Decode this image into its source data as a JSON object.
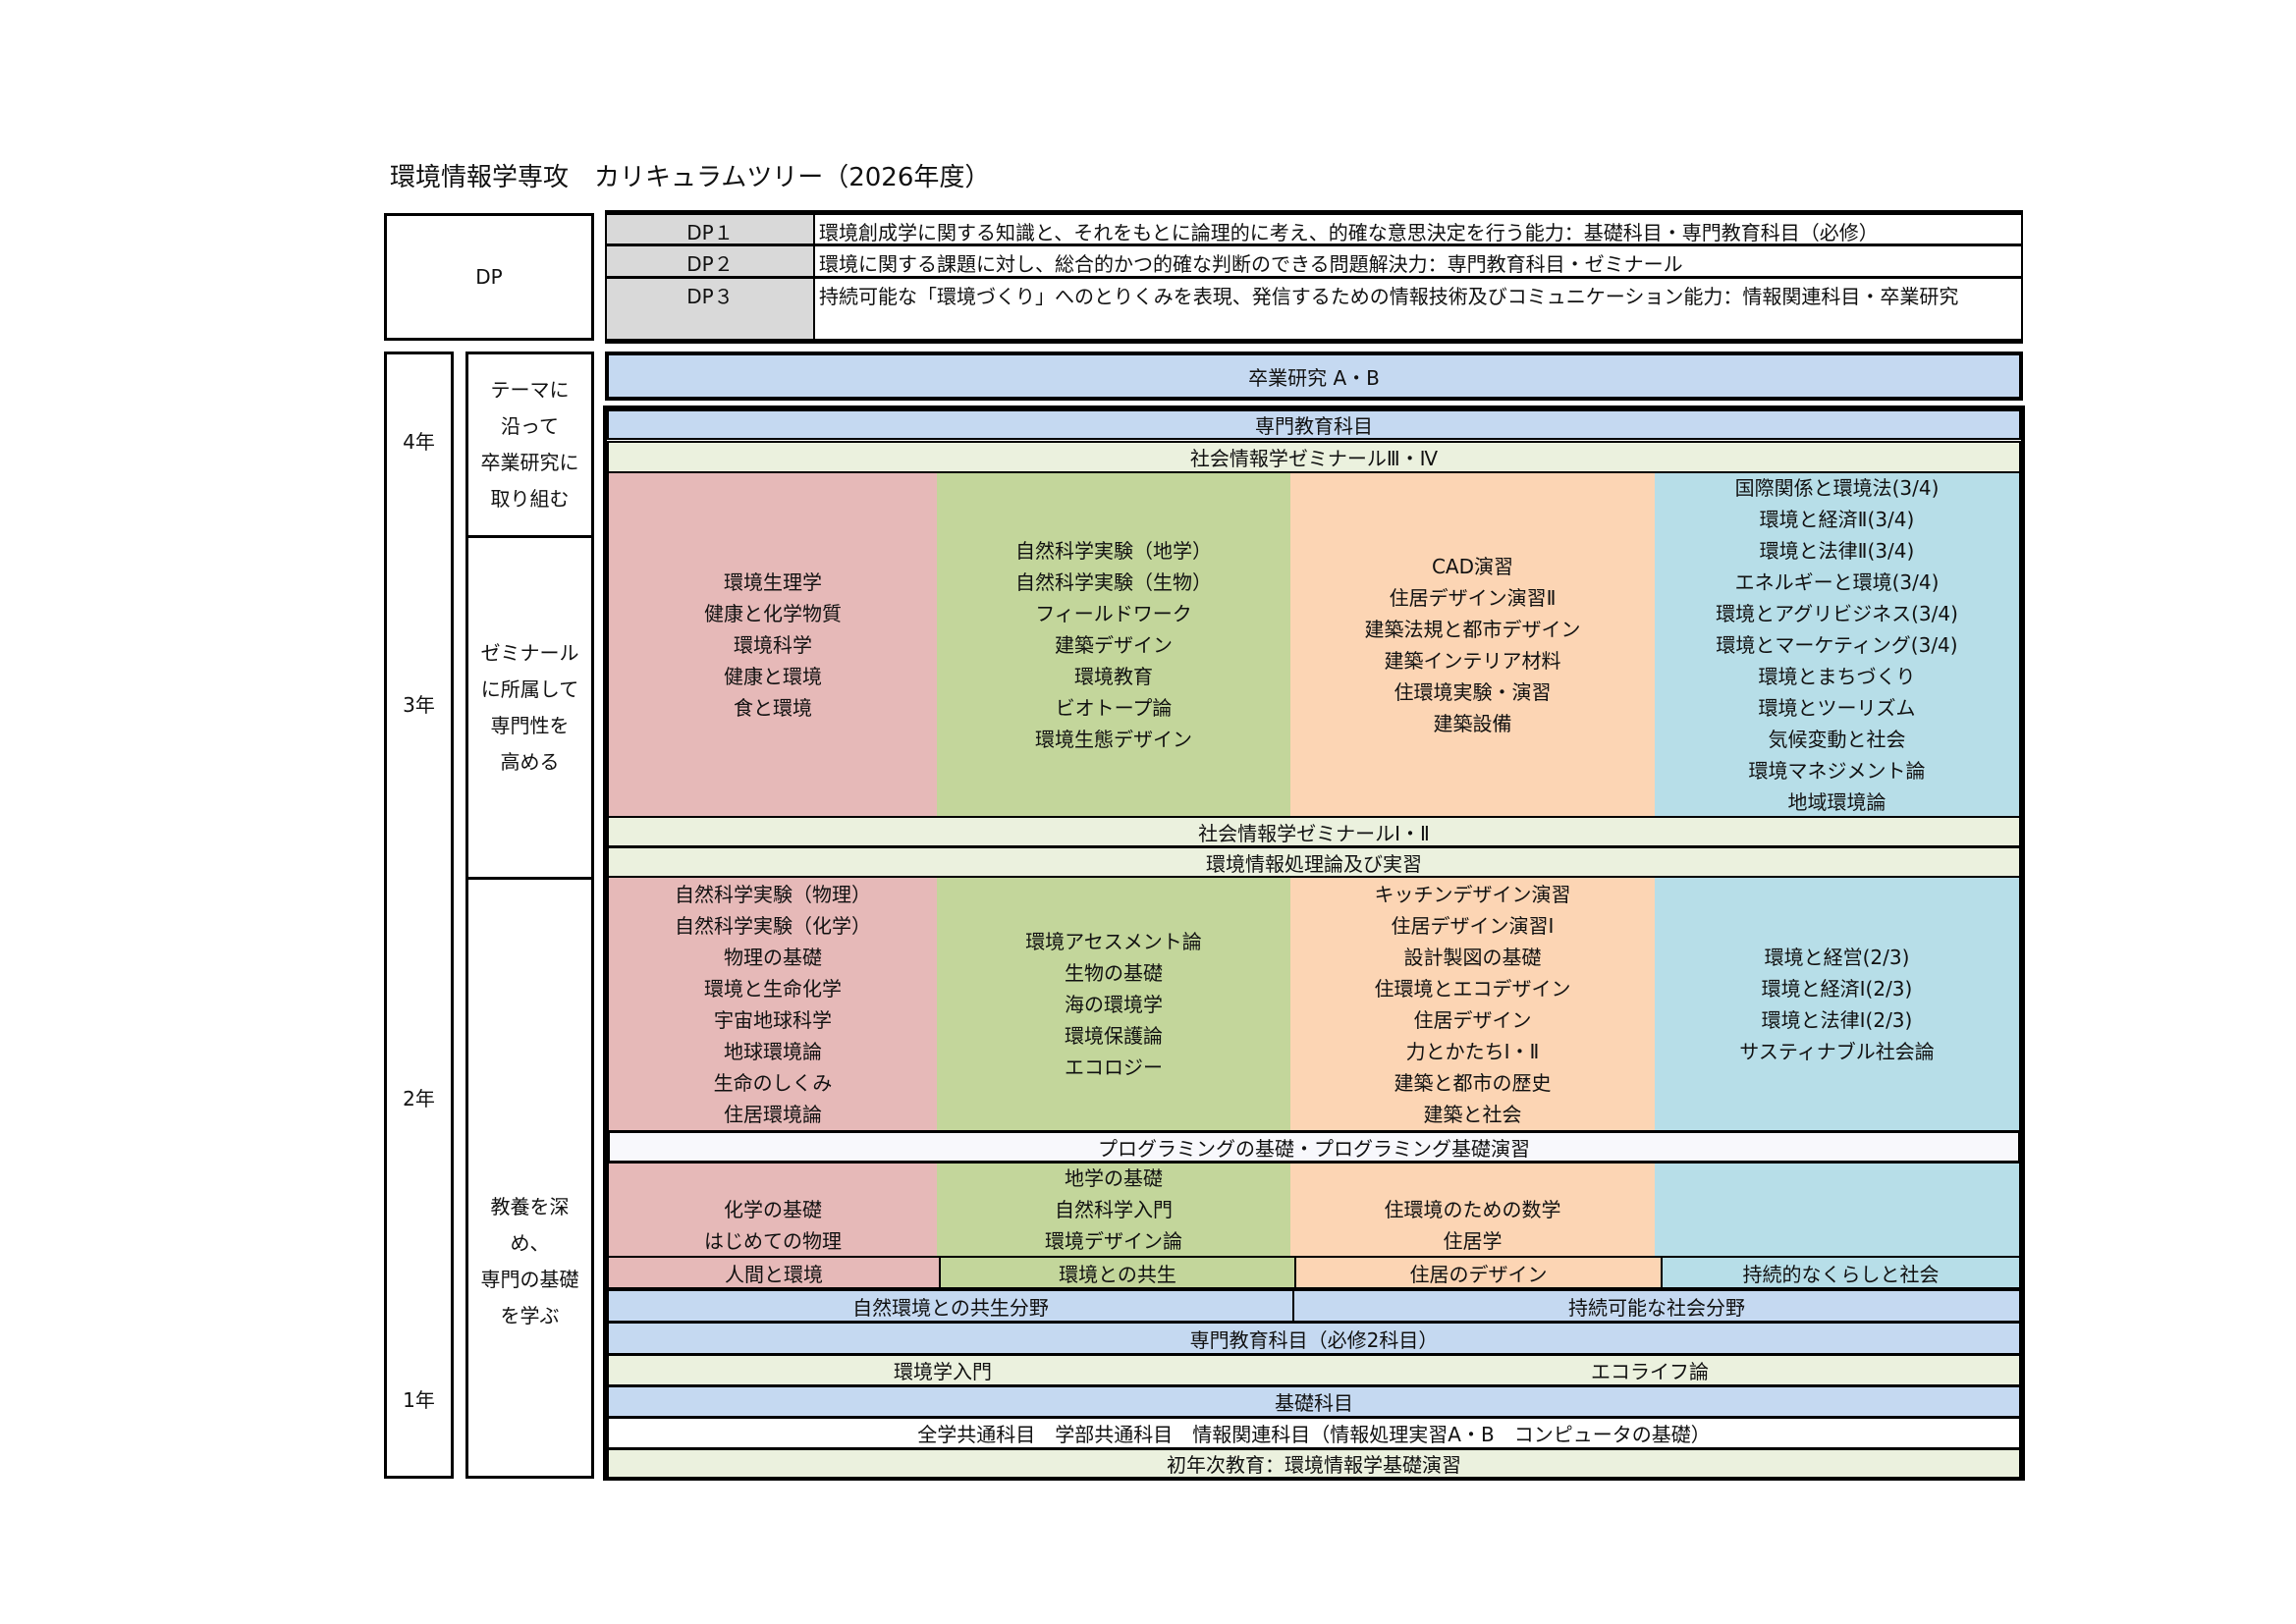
{
  "title": "環境情報学専攻　カリキュラムツリー（2026年度）",
  "dp": {
    "label": "DP",
    "rows": [
      {
        "id": "DP１",
        "text": "環境創成学に関する知識と、それをもとに論理的に考え、的確な意思決定を行う能力：基礎科目・専門教育科目（必修）"
      },
      {
        "id": "DP２",
        "text": "環境に関する課題に対し、総合的かつ的確な判断のできる問題解決力：専門教育科目・ゼミナール"
      },
      {
        "id": "DP３",
        "text": "持続可能な「環境づくり」へのとりくみを表現、発信するための情報技術及びコミュニケーション能力：情報関連科目・卒業研究"
      }
    ]
  },
  "years": {
    "y4": "4年",
    "y3": "3年",
    "y2": "2年",
    "y1": "1年"
  },
  "descriptions": {
    "d4": "テーマに\n沿って\n卒業研究に\n取り組む",
    "d3": "ゼミナール\nに所属して\n専門性を\n高める",
    "d12": "教養を深\nめ、\n専門の基礎\nを学ぶ"
  },
  "bands": {
    "graduation": "卒業研究 A・B",
    "senmon": "専門教育科目",
    "seminar34": "社会情報学ゼミナールⅢ・Ⅳ",
    "seminar12": "社会情報学ゼミナールⅠ・Ⅱ",
    "infoproc": "環境情報処理論及び実習",
    "programming": "プログラミングの基礎・プログラミング基礎演習",
    "field_nature": "自然環境との共生分野",
    "field_society": "持続可能な社会分野",
    "senmon_req": "専門教育科目（必修2科目）",
    "intro_left": "環境学入門",
    "intro_right": "エコライフ論",
    "kiso": "基礎科目",
    "common": "全学共通科目　学部共通科目　情報関連科目（情報処理実習A・B　コンピュータの基礎）",
    "first_year": "初年次教育：環境情報学基礎演習"
  },
  "block_upper": {
    "pink": [
      "環境生理学",
      "健康と化学物質",
      "環境科学",
      "健康と環境",
      "食と環境"
    ],
    "green": [
      "自然科学実験（地学）",
      "自然科学実験（生物）",
      "フィールドワーク",
      "建築デザイン",
      "環境教育",
      "ビオトープ論",
      "環境生態デザイン"
    ],
    "orange": [
      "CAD演習",
      "住居デザイン演習Ⅱ",
      "建築法規と都市デザイン",
      "建築インテリア材料",
      "住環境実験・演習",
      "建築設備"
    ],
    "blue": [
      "国際関係と環境法(3/4)",
      "環境と経済Ⅱ(3/4)",
      "環境と法律Ⅱ(3/4)",
      "エネルギーと環境(3/4)",
      "環境とアグリビジネス(3/4)",
      "環境とマーケティング(3/4)",
      "環境とまちづくり",
      "環境とツーリズム",
      "気候変動と社会",
      "環境マネジメント論",
      "地域環境論"
    ]
  },
  "block_middle": {
    "pink": [
      "自然科学実験（物理）",
      "自然科学実験（化学）",
      "物理の基礎",
      "環境と生命化学",
      "宇宙地球科学",
      "地球環境論",
      "生命のしくみ",
      "住居環境論"
    ],
    "green": [
      "環境アセスメント論",
      "生物の基礎",
      "海の環境学",
      "環境保護論",
      "エコロジー"
    ],
    "orange": [
      "キッチンデザイン演習",
      "住居デザイン演習Ⅰ",
      "設計製図の基礎",
      "住環境とエコデザイン",
      "住居デザイン",
      "力とかたちⅠ・Ⅱ",
      "建築と都市の歴史",
      "建築と社会"
    ],
    "blue": [
      "環境と経営(2/3)",
      "環境と経済Ⅰ(2/3)",
      "環境と法律Ⅰ(2/3)",
      "サスティナブル社会論"
    ]
  },
  "block_lower": {
    "pink": [
      "化学の基礎",
      "はじめての物理"
    ],
    "green": [
      "地学の基礎",
      "自然科学入門",
      "環境デザイン論"
    ],
    "orange": [
      "住環境のための数学",
      "住居学"
    ],
    "blue": []
  },
  "core": {
    "pink": "人間と環境",
    "green": "環境との共生",
    "orange": "住居のデザイン",
    "blue": "持続的なくらしと社会"
  },
  "colors": {
    "pink": "#e6b9b8",
    "green": "#c3d69b",
    "orange": "#fcd5b4",
    "blue": "#b7dee8",
    "header_blue": "#c5d9f1",
    "light_green": "#ebf1de",
    "gray": "#d9d9d9"
  }
}
